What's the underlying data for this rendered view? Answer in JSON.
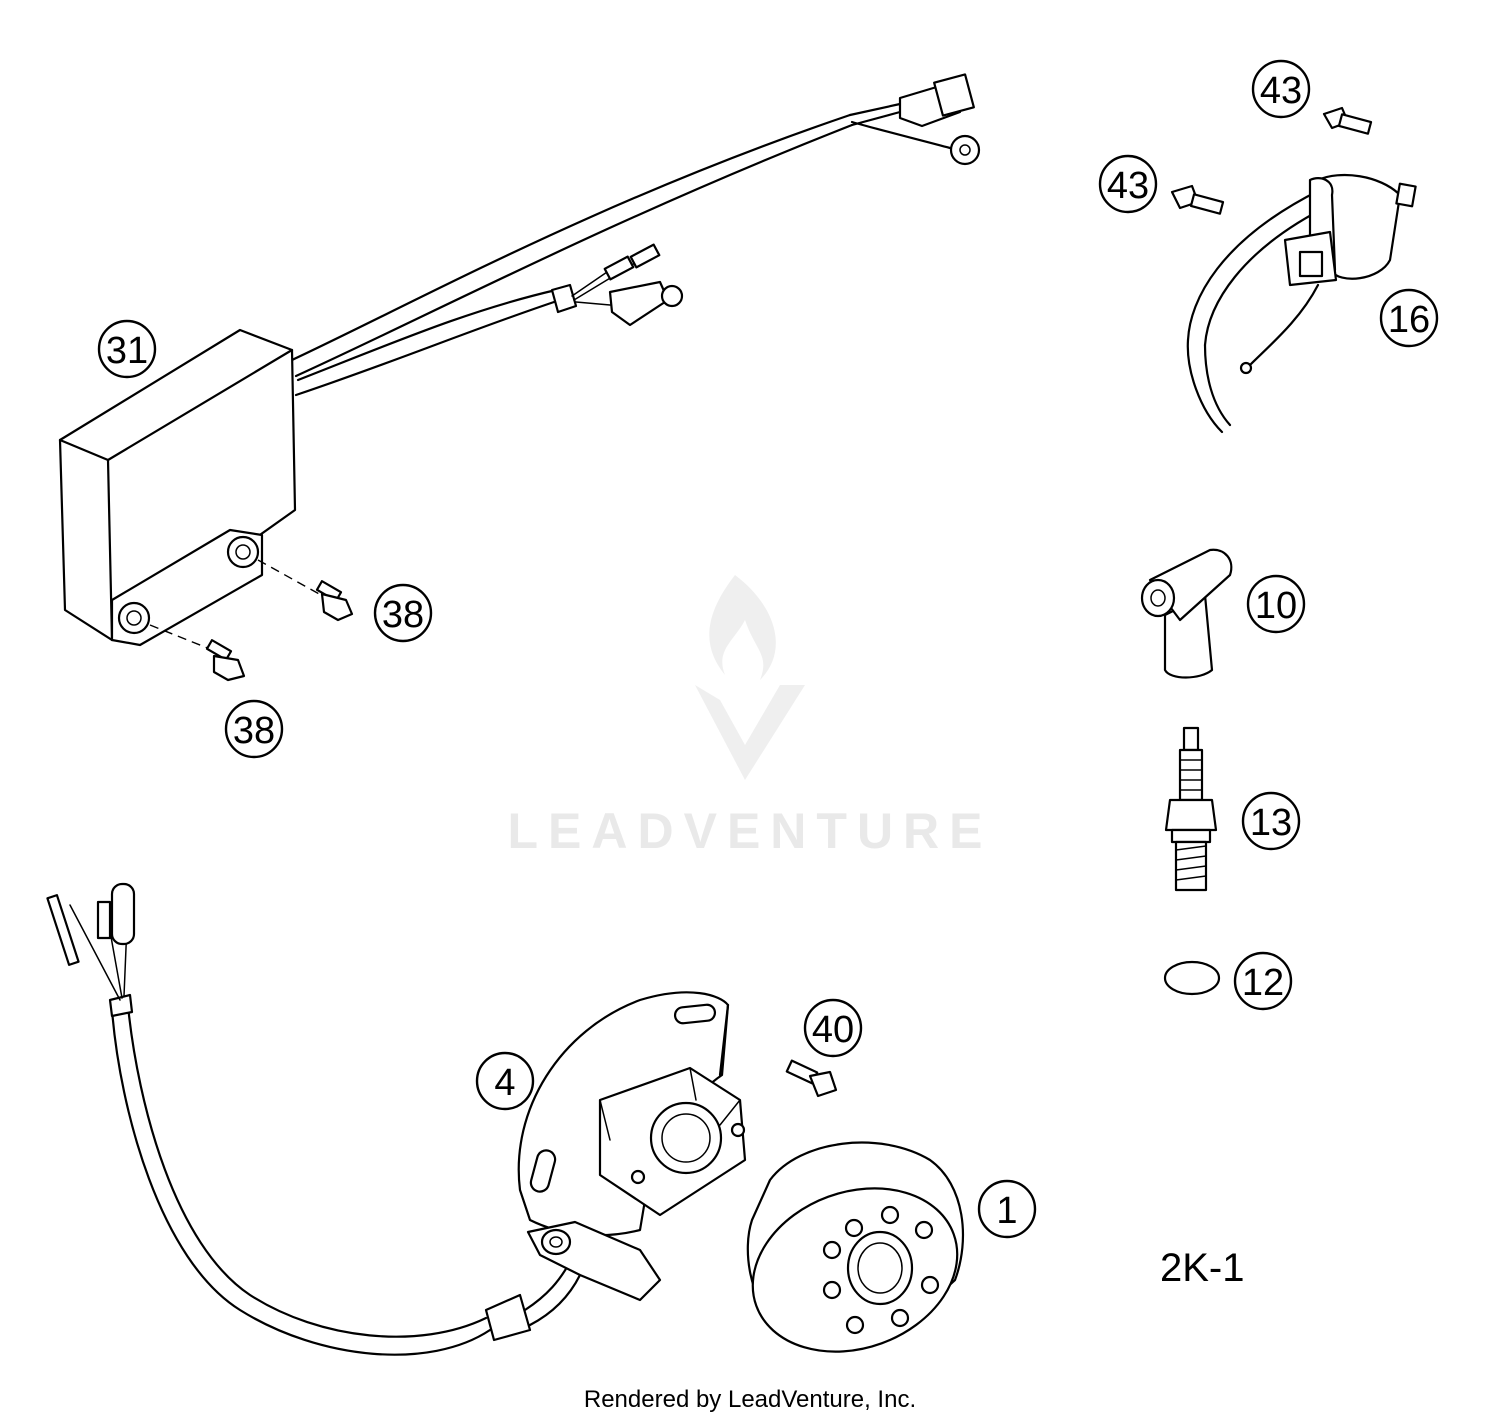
{
  "diagram": {
    "figure_code": "2K-1",
    "footer": "Rendered by LeadVenture, Inc.",
    "watermark": "LEADVENTURE"
  },
  "callouts": {
    "c31": "31",
    "c38a": "38",
    "c38b": "38",
    "c43a": "43",
    "c43b": "43",
    "c16": "16",
    "c10": "10",
    "c13": "13",
    "c12": "12",
    "c40": "40",
    "c4": "4",
    "c1": "1"
  }
}
